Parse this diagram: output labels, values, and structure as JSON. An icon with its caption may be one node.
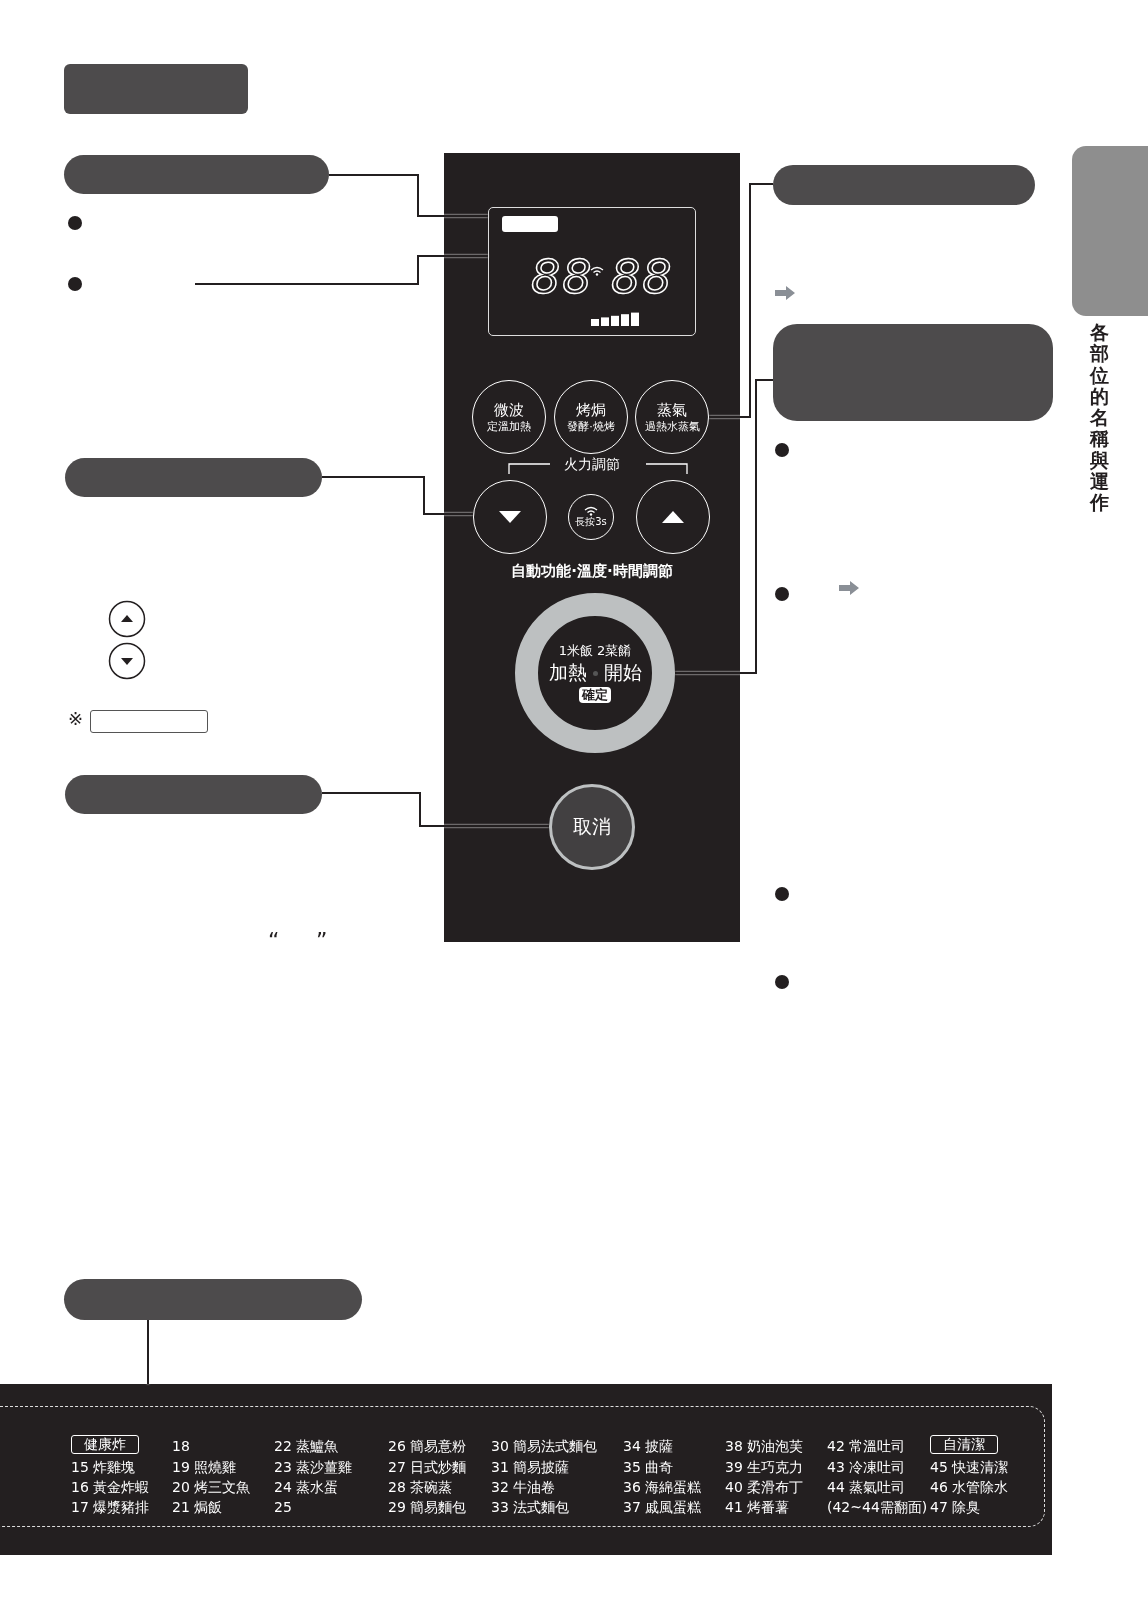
{
  "diagram": {
    "nodes": [
      {
        "text": [
          "火力調節",
          "自動功能·溫度·時間調節"
        ]
      },
      {
        "text": [],
        "shape": "box"
      },
      {
        "text": [],
        "shape": "box"
      },
      {
        "text": [
          "88",
          "88"
        ],
        "in": 0
      },
      {
        "text": [],
        "shape": "box"
      },
      {
        "text": [
          "微波",
          "定溫加熱"
        ],
        "in": 0
      },
      {
        "text": [
          "烤焗",
          "發酵·燒烤"
        ],
        "in": 0
      },
      {
        "text": [
          "蒸氣",
          "過熱水蒸氣"
        ],
        "in": 0
      },
      {
        "text": [],
        "shape": "box"
      },
      {
        "text": [],
        "shape": "circle",
        "in": 0
      },
      {
        "text": [
          "長按3s"
        ],
        "in": 0
      },
      {
        "text": [],
        "shape": "circle",
        "in": 0
      },
      {
        "text": [
          "1米飯 2菜餚",
          "加熱",
          "開始",
          "確定"
        ],
        "in": 0
      },
      {
        "text": [],
        "shape": "box"
      },
      {
        "text": [
          "取消"
        ],
        "in": 0
      },
      {
        "text": [],
        "shape": "box"
      },
      {
        "text": [
          "健康炸",
          "15 炸雞塊",
          "16 黃金炸蝦",
          "17 爆漿豬排",
          "18",
          "19 照燒雞",
          "20 烤三文魚",
          "21 焗飯",
          "22 蒸鱸魚",
          "23 蒸沙薑雞",
          "24 蒸水蛋",
          "25",
          "26 簡易意粉",
          "27 日式炒麵",
          "28 茶碗蒸",
          "29 簡易麵包",
          "30 簡易法式麵包",
          "31 簡易披薩",
          "32 牛油卷",
          "33 法式麵包",
          "34 披薩",
          "35 曲奇",
          "36 海綿蛋糕",
          "37 戚風蛋糕",
          "38 奶油泡芙",
          "39 生巧克力",
          "40 柔滑布丁",
          "41 烤番薯",
          "42 常溫吐司",
          "43 冷凍吐司",
          "44 蒸氣吐司",
          "(42~44需翻面)",
          "自清潔",
          "45 快速清潔",
          "46 水管除水",
          "47 除臭"
        ]
      },
      {
        "text": [],
        "shape": "box"
      },
      {
        "text": [],
        "shape": "box"
      },
      {
        "text": [],
        "shape": "box"
      }
    ],
    "edges": [
      {
        "from": 1,
        "to": 3,
        "arrow": "none"
      },
      {
        "from": null,
        "to": 3,
        "arrow": "none"
      },
      {
        "from": 2,
        "to": 7,
        "arrow": "none"
      },
      {
        "from": 4,
        "to": 12,
        "arrow": "none"
      },
      {
        "from": 8,
        "to": 9,
        "arrow": "none"
      },
      {
        "from": 13,
        "to": 14,
        "arrow": "none"
      },
      {
        "from": 15,
        "to": 16,
        "arrow": "none"
      }
    ],
    "labels": [
      "各部位的名稱與運作",
      "※",
      "“",
      "”"
    ]
  }
}
